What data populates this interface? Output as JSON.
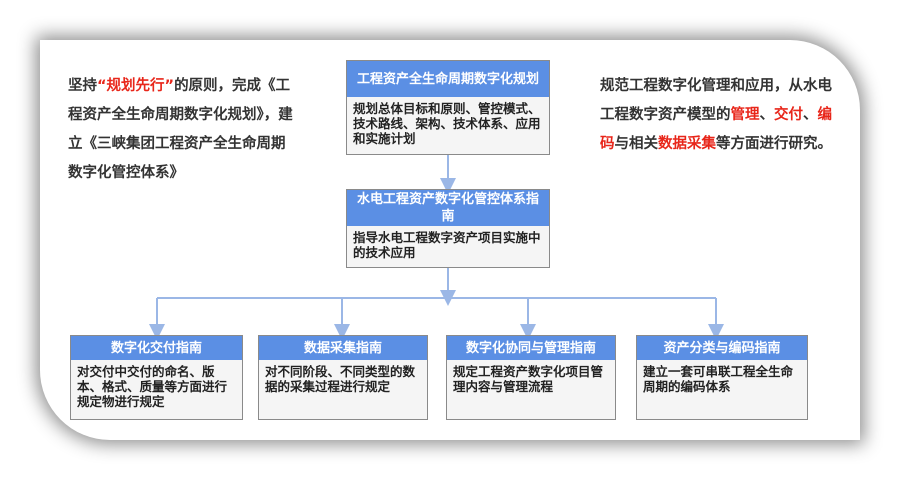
{
  "left_text": {
    "prefix": "坚持",
    "highlight": "“规划先行”",
    "rest": "的原则，完成《工程资产全生命周期数字化规划》，建立《三峡集团工程资产全生命周期数字化管控体系》"
  },
  "right_text": {
    "p1": "规范工程数字化管理和应用，从水电工程数字资产模型的",
    "h1": "管理",
    "sep1": "、",
    "h2": "交付",
    "sep2": "、",
    "h3": "编码",
    "p2": "与相关",
    "h4": "数据采集",
    "p3": "等方面进行研究。"
  },
  "top_node": {
    "title": "工程资产全生命周期数字化规划",
    "body": "规划总体目标和原则、管控模式、技术路线、架构、技术体系、应用和实施计划"
  },
  "mid_node": {
    "title": "水电工程资产数字化管控体系指南",
    "body": "指导水电工程数字资产项目实施中的技术应用"
  },
  "bottom_nodes": [
    {
      "title": "数字化交付指南",
      "body": "对交付中交付的命名、版本、格式、质量等方面进行规定物进行规定"
    },
    {
      "title": "数据采集指南",
      "body": "对不同阶段、不同类型的数据的采集过程进行规定"
    },
    {
      "title": "数字化协同与管理指南",
      "body": "规定工程资产数字化项目管理内容与管理流程"
    },
    {
      "title": "资产分类与编码指南",
      "body": "建立一套可串联工程全生命周期的编码体系"
    }
  ],
  "colors": {
    "header_blue": "#5b8fe4",
    "connector": "#9bb7e6",
    "highlight_red": "#e8261a"
  }
}
